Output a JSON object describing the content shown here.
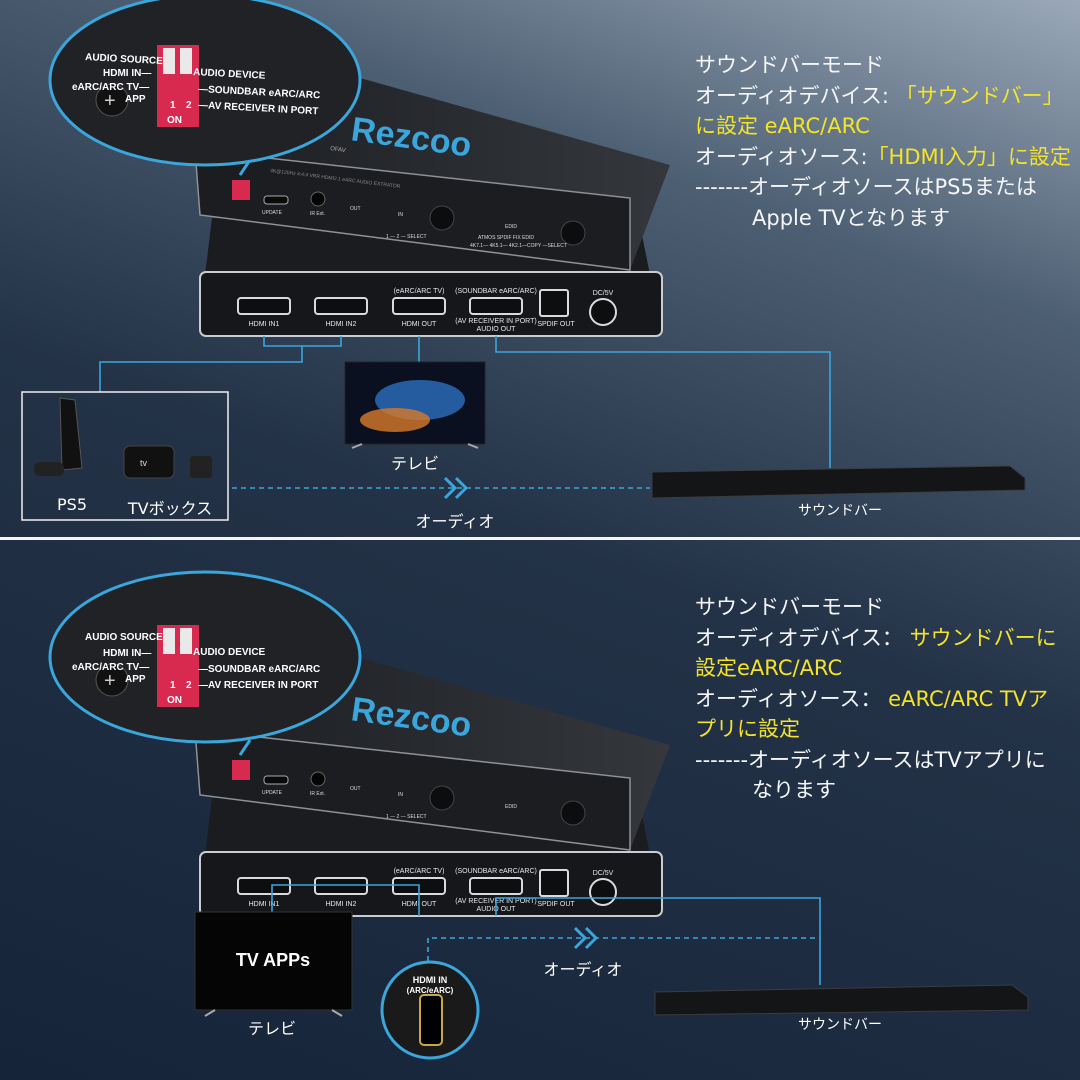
{
  "colors": {
    "accent_blue": "#3aa6dc",
    "switch_red": "#d8294e",
    "highlight_yellow": "#f3e32b"
  },
  "device": {
    "brand": "Rezcoo",
    "brand_prefix": "OFAV",
    "callout": {
      "audio_source": "AUDIO SOURCE",
      "hdmi_in": "HDMI IN—",
      "earc_tv_app": "eARC/ARC TV—",
      "app": "APP",
      "audio_device": "AUDIO DEVICE",
      "soundbar": "—SOUNDBAR eARC/ARC",
      "av_receiver": "—AV RECEIVER IN PORT",
      "sw1": "1",
      "sw2": "2",
      "on": "ON"
    },
    "front": {
      "update": "UPDATE",
      "ir": "IR Ext.",
      "out": "OUT",
      "in": "IN",
      "select1": "1 — 2 — SELECT",
      "edid": "EDID",
      "edid_opts": "ATMOS  SPDIF  FIX EDID",
      "edid_sub": "4K7.1— 4K5.1— 4K2.1—COPY —SELECT",
      "top_text": "4K@120Hz 4:4:4 VRR     HDMI2.1 eARC AUDIO EXTRATOR"
    },
    "rear": {
      "hdmi_in1": "HDMI IN1",
      "hdmi_in2": "HDMI IN2",
      "earc_tv": "(eARC/ARC TV)",
      "hdmi_out": "HDMI OUT",
      "soundbar_earc": "(SOUNDBAR eARC/ARC)",
      "av_receiver": "(AV RECEIVER IN PORT)",
      "audio_out": "AUDIO OUT",
      "spdif": "SPDIF  OUT",
      "dc": "DC/5V"
    }
  },
  "section1": {
    "desc": {
      "l1": "サウンドバーモード",
      "l2a": "オーディオデバイス: ",
      "l2b": "「サウンドバー」",
      "l3": "に設定 eARC/ARC",
      "l4a": "オーディオソース:",
      "l4b": "「HDMI入力」に設定",
      "l5": "-------オーディオソースはPS5または",
      "l6": "Apple TVとなります"
    },
    "tv_label": "テレビ",
    "ps5_label": "PS5",
    "tvbox_label": "TVボックス",
    "apple_tv_logo": "tv",
    "audio_label": "オーディオ",
    "soundbar_label": "サウンドバー"
  },
  "section2": {
    "desc": {
      "l1": "サウンドバーモード",
      "l2a": "オーディオデバイス： ",
      "l2b": "サウンドバーに",
      "l3": "設定eARC/ARC",
      "l4a": "オーディオソース： ",
      "l4b": "eARC/ARC TVア",
      "l5": "プリに設定",
      "l6": "-------オーディオソースはTVアプリに",
      "l7": "なります"
    },
    "tv_apps": "TV APPs",
    "tv_label": "テレビ",
    "hdmi_in_label": "HDMI IN",
    "hdmi_in_sub": "(ARC/eARC)",
    "audio_label": "オーディオ",
    "soundbar_label": "サウンドバー"
  }
}
